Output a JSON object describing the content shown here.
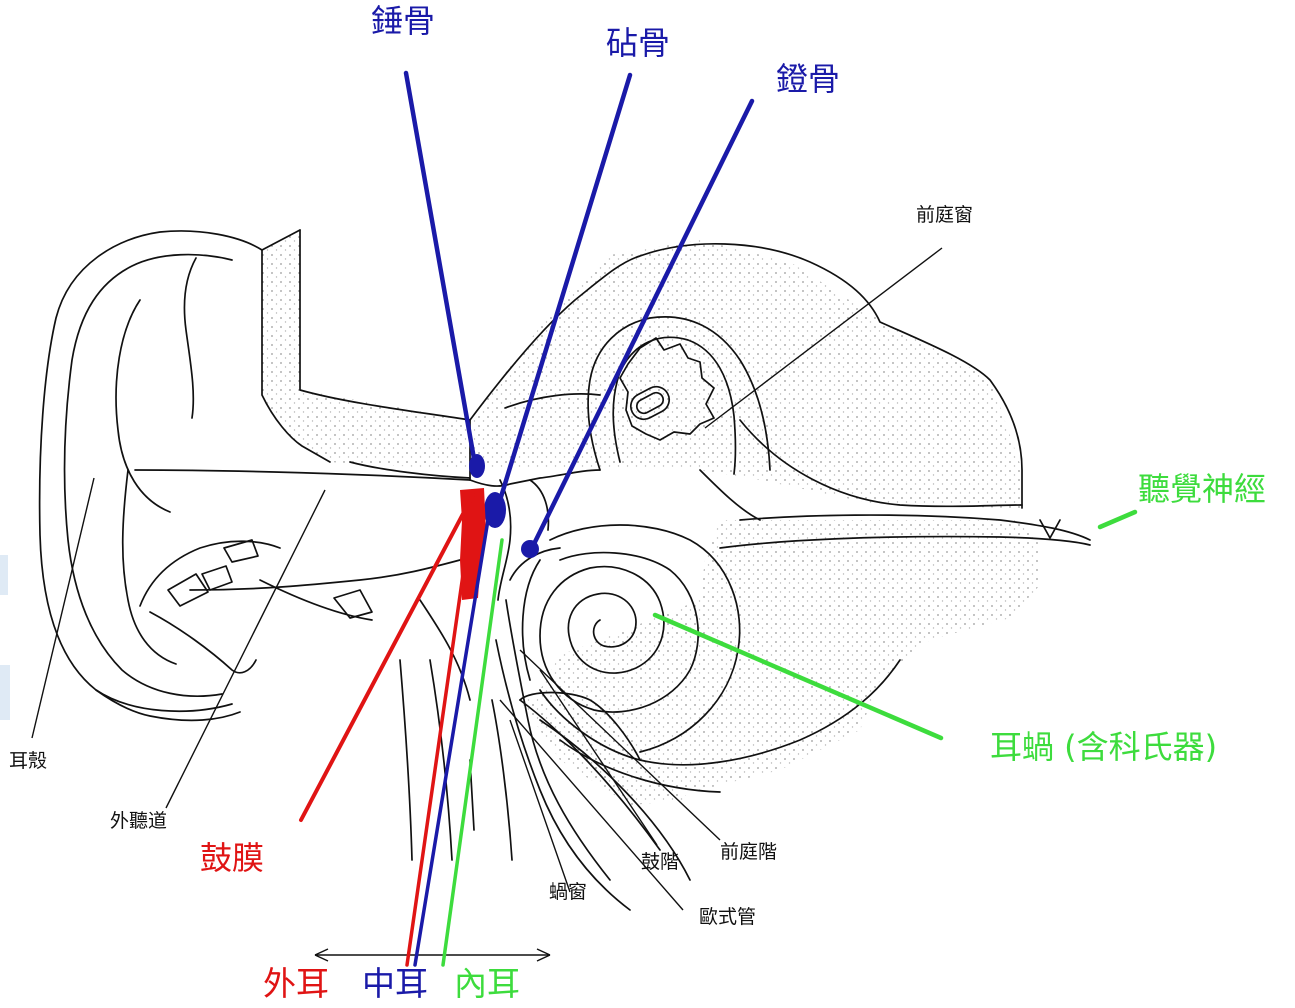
{
  "colors": {
    "ossicle": "#1a1aa8",
    "eardrum": "#e01414",
    "inner": "#3ddc3d",
    "outline": "#111111",
    "stipple": "#9a9a9a"
  },
  "labels": {
    "malleus": "錘骨",
    "incus": "砧骨",
    "stapes": "鐙骨",
    "oval_window": "前庭窗",
    "auditory_nerve": "聽覺神經",
    "cochlea": "耳蝸 (含科氏器)",
    "pinna": "耳殼",
    "ear_canal": "外聽道",
    "eardrum": "鼓膜",
    "scala_vestibuli": "前庭階",
    "scala_tympani": "鼓階",
    "round_window": "蝸窗",
    "eustachian_tube": "歐式管"
  },
  "zones": {
    "outer": "外耳",
    "middle": "中耳",
    "inner": "內耳"
  }
}
